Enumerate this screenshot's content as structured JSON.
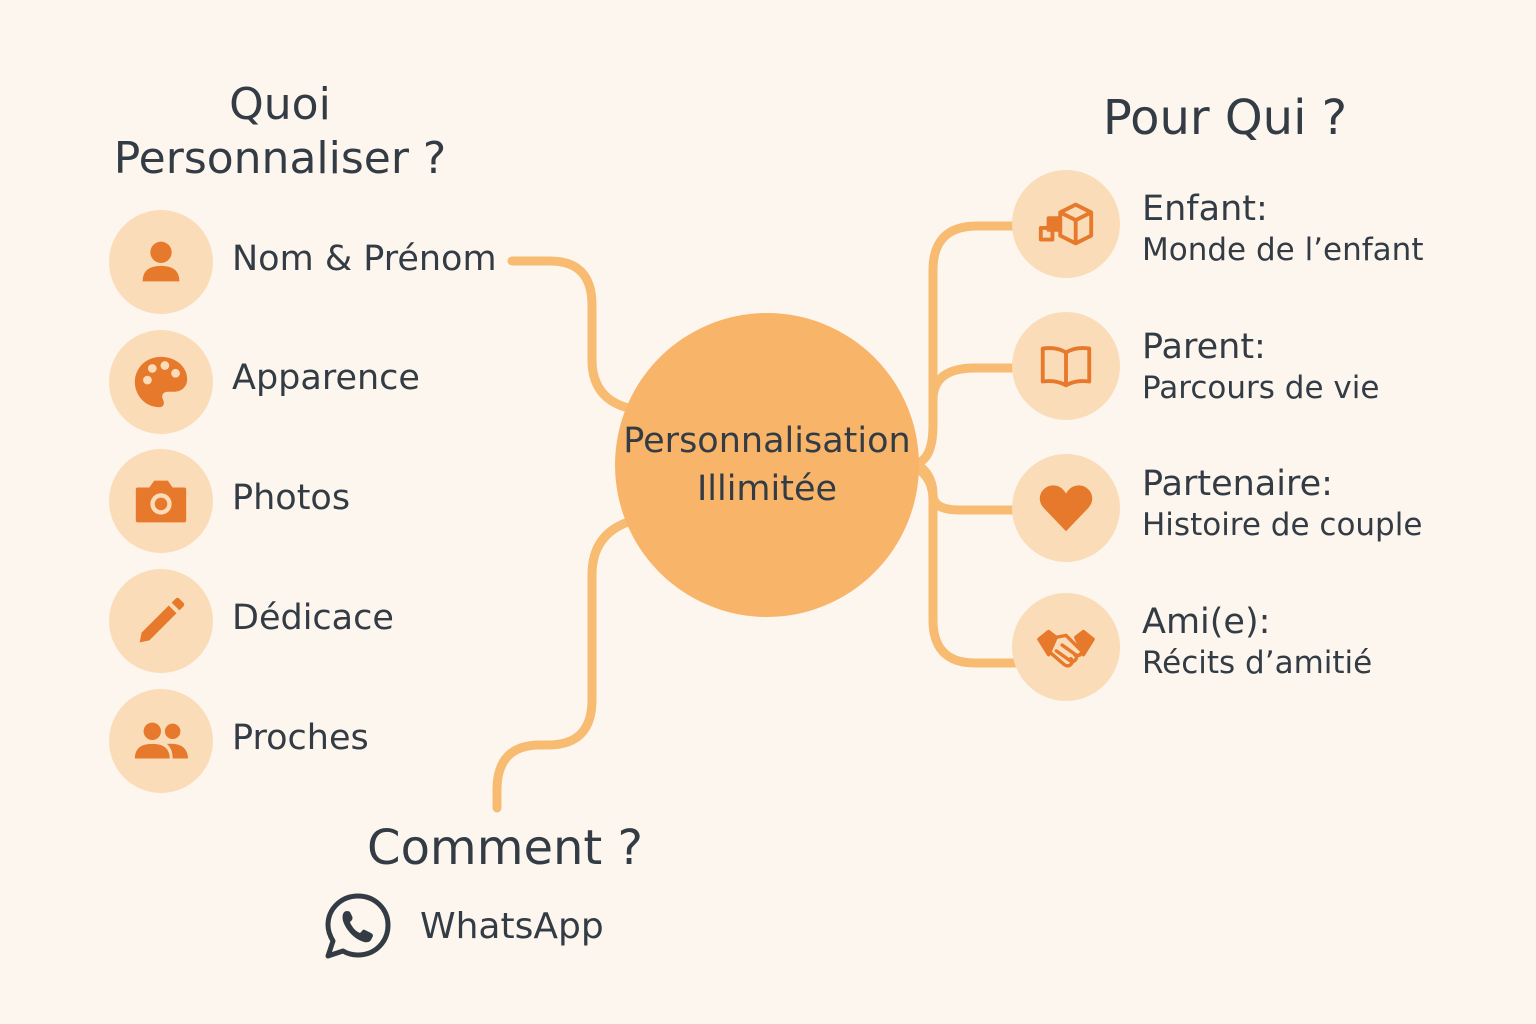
{
  "center": {
    "line1": "Personnalisation",
    "line2": "Illimitée"
  },
  "what": {
    "title_line1": "Quoi",
    "title_line2": "Personnaliser ?",
    "items": [
      {
        "label": "Nom & Prénom",
        "icon": "person-icon"
      },
      {
        "label": "Apparence",
        "icon": "palette-icon"
      },
      {
        "label": "Photos",
        "icon": "camera-icon"
      },
      {
        "label": "Dédicace",
        "icon": "pencil-icon"
      },
      {
        "label": "Proches",
        "icon": "group-icon"
      }
    ]
  },
  "who": {
    "title": "Pour Qui ?",
    "items": [
      {
        "role": "Enfant:",
        "desc": "Monde de l’enfant",
        "icon": "blocks-icon"
      },
      {
        "role": "Parent:",
        "desc": "Parcours de vie",
        "icon": "book-icon"
      },
      {
        "role": "Partenaire:",
        "desc": "Histoire de couple",
        "icon": "heart-icon"
      },
      {
        "role": "Ami(e):",
        "desc": "Récits d’amitié",
        "icon": "handshake-icon"
      }
    ]
  },
  "how": {
    "title": "Comment ?",
    "channel": {
      "label": "WhatsApp",
      "icon": "whatsapp-icon"
    }
  },
  "colors": {
    "background": "#fdf6ee",
    "center_node": "#f8b56a",
    "icon_circle": "#fbdcb8",
    "icon": "#e6792b",
    "connector": "#f8bb72",
    "text": "#333c45"
  }
}
